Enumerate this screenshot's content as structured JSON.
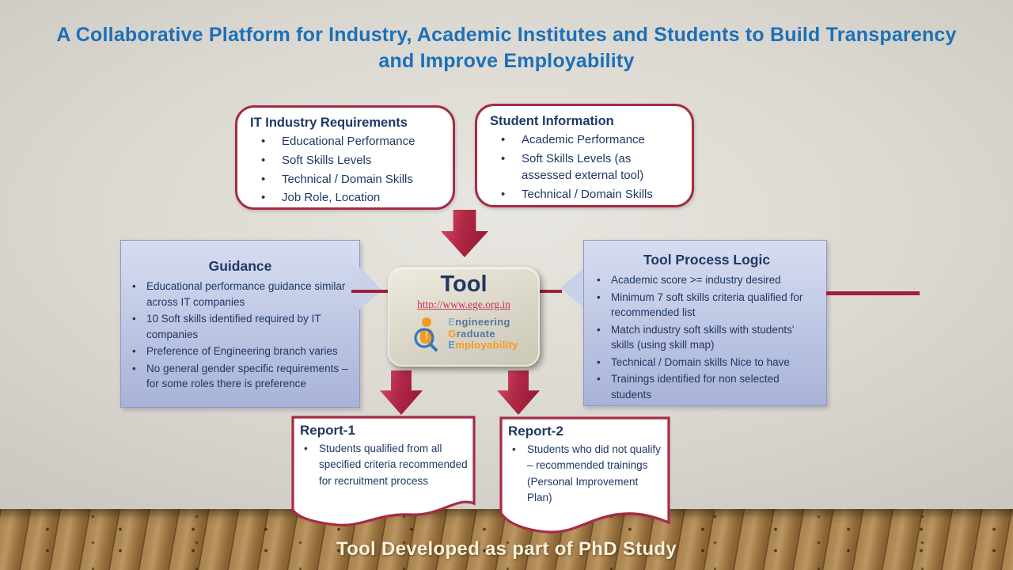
{
  "title": {
    "lines": [
      "A Collaborative Platform for Industry, Academic Institutes and Students to Build Transparency",
      "and Improve Employability"
    ]
  },
  "boxes": {
    "it_industry": {
      "title": "IT Industry Requirements",
      "items": [
        "Educational Performance",
        "Soft Skills Levels",
        "Technical / Domain Skills",
        "Job Role, Location"
      ]
    },
    "student_info": {
      "title": "Student Information",
      "items": [
        "Academic Performance",
        "Soft Skills Levels (as assessed external tool)",
        "Technical / Domain Skills"
      ]
    },
    "guidance": {
      "title": "Guidance",
      "items": [
        "Educational performance guidance similar across IT companies",
        "10 Soft skills identified required by IT companies",
        "Preference of Engineering branch varies",
        "No general gender specific requirements – for some roles there is preference"
      ]
    },
    "process_logic": {
      "title": "Tool Process Logic",
      "items": [
        "Academic score >= industry desired",
        "Minimum 7 soft skills criteria qualified for recommended list",
        "Match industry soft skills with students' skills (using skill map)",
        "Technical / Domain skills Nice to have",
        "Trainings identified for non selected students"
      ]
    },
    "report1": {
      "title": "Report-1",
      "items": [
        "Students qualified from all specified criteria recommended for recruitment process"
      ]
    },
    "report2": {
      "title": "Report-2",
      "items": [
        "Students who did not qualify – recommended trainings (Personal Improvement Plan)"
      ]
    }
  },
  "tool": {
    "title": "Tool",
    "url": "http://www.ege.org.in",
    "logo_lines": [
      {
        "initial": "E",
        "rest": "ngineering"
      },
      {
        "initial": "G",
        "rest": "raduate"
      },
      {
        "initial": "E",
        "rest": "mployability"
      }
    ]
  },
  "footer": {
    "text": "Tool Developed as part of PhD Study"
  },
  "colors": {
    "accent_red": "#A62B44",
    "title_blue": "#1C70B8",
    "navy": "#1F3864",
    "logo_orange": "#F49A20",
    "logo_blue": "#54779C",
    "arrow_red": "#B02746"
  }
}
